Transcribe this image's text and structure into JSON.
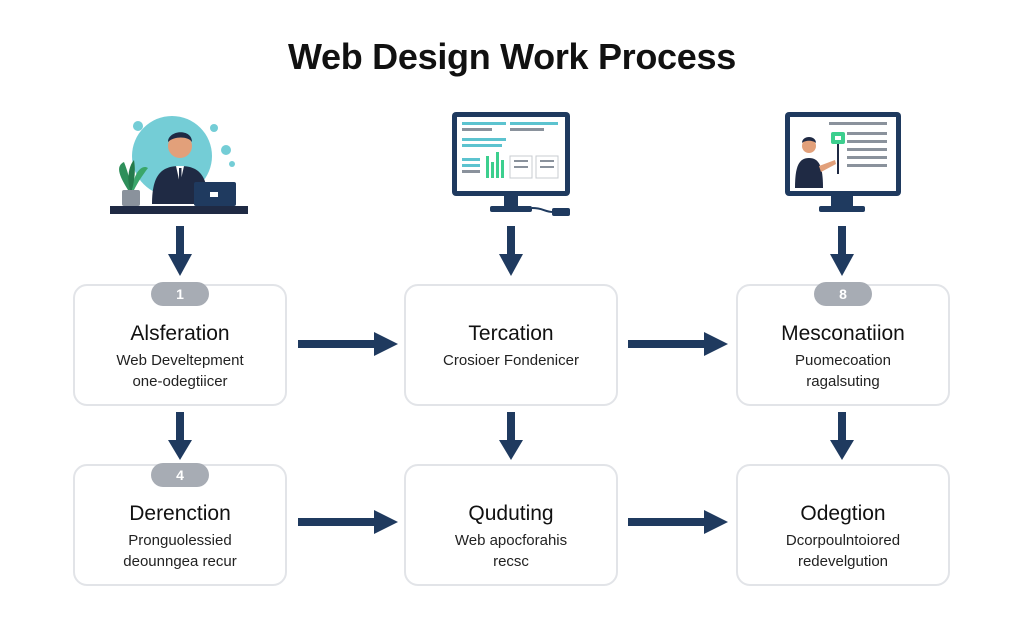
{
  "title": "Web Design Work Process",
  "colors": {
    "arrow": "#1f3a5f",
    "card_border": "#e2e4e8",
    "badge": "#a7acb4",
    "accent_teal": "#5cc3cf",
    "accent_green": "#3ccf8e",
    "monitor": "#1f3a5f"
  },
  "steps": [
    {
      "heading": "Alsferation",
      "desc1": "Web Develtepment",
      "desc2": "one-odegtiicer",
      "badge": "1"
    },
    {
      "heading": "Tercation",
      "desc1": "Crosioer Fondenicer",
      "desc2": "",
      "badge": ""
    },
    {
      "heading": "Mesconatiion",
      "desc1": "Puomecoation",
      "desc2": "ragalsuting",
      "badge": "8"
    },
    {
      "heading": "Derenction",
      "desc1": "Pronguolessied",
      "desc2": "deounngea recur",
      "badge": "4"
    },
    {
      "heading": "Quduting",
      "desc1": "Web apocforahis",
      "desc2": "recsc",
      "badge": ""
    },
    {
      "heading": "Odegtion",
      "desc1": "Dcorpoulntoiored",
      "desc2": "redevelgution",
      "badge": ""
    }
  ],
  "illustrations": [
    "person-at-laptop-illustration",
    "dashboard-monitor-illustration",
    "presenter-monitor-illustration"
  ]
}
